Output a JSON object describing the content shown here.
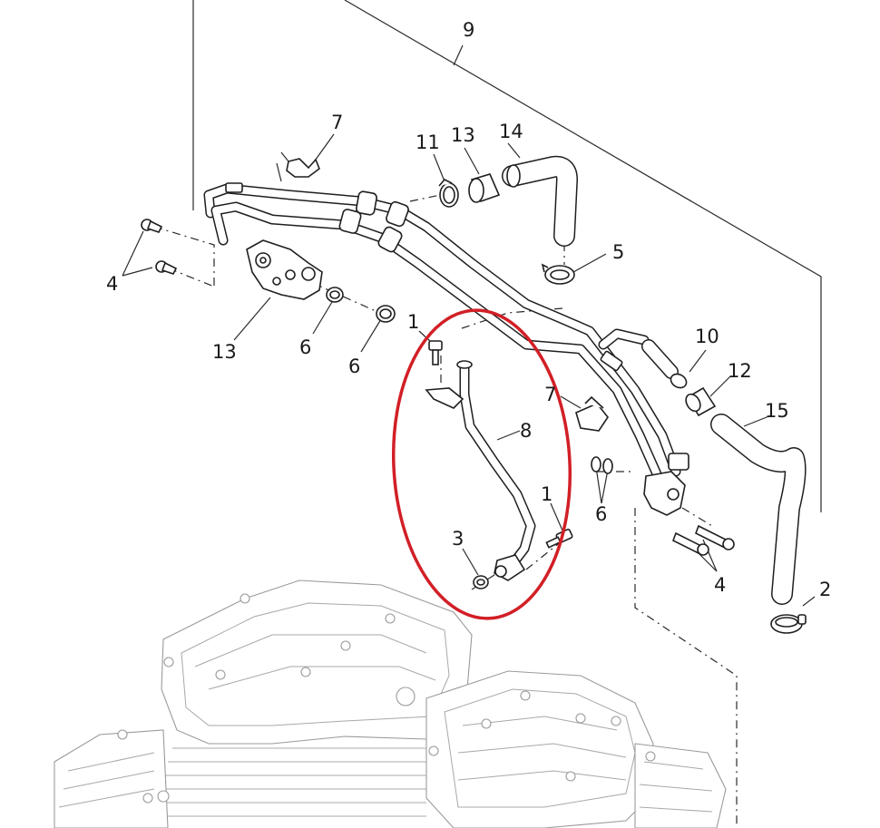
{
  "diagram": {
    "highlight_color": "#d21f26",
    "callouts": [
      {
        "id": "c9",
        "text": "9"
      },
      {
        "id": "c7-top",
        "text": "7"
      },
      {
        "id": "c11",
        "text": "11"
      },
      {
        "id": "c13-top",
        "text": "13"
      },
      {
        "id": "c14",
        "text": "14"
      },
      {
        "id": "c5",
        "text": "5"
      },
      {
        "id": "c4-left",
        "text": "4"
      },
      {
        "id": "c13-left",
        "text": "13"
      },
      {
        "id": "c6-a",
        "text": "6"
      },
      {
        "id": "c6-b",
        "text": "6"
      },
      {
        "id": "c1-top",
        "text": "1"
      },
      {
        "id": "c8",
        "text": "8"
      },
      {
        "id": "c7-mid",
        "text": "7"
      },
      {
        "id": "c10",
        "text": "10"
      },
      {
        "id": "c12",
        "text": "12"
      },
      {
        "id": "c15",
        "text": "15"
      },
      {
        "id": "c6-c",
        "text": "6"
      },
      {
        "id": "c1-mid",
        "text": "1"
      },
      {
        "id": "c3",
        "text": "3"
      },
      {
        "id": "c4-right",
        "text": "4"
      },
      {
        "id": "c2",
        "text": "2"
      }
    ]
  }
}
